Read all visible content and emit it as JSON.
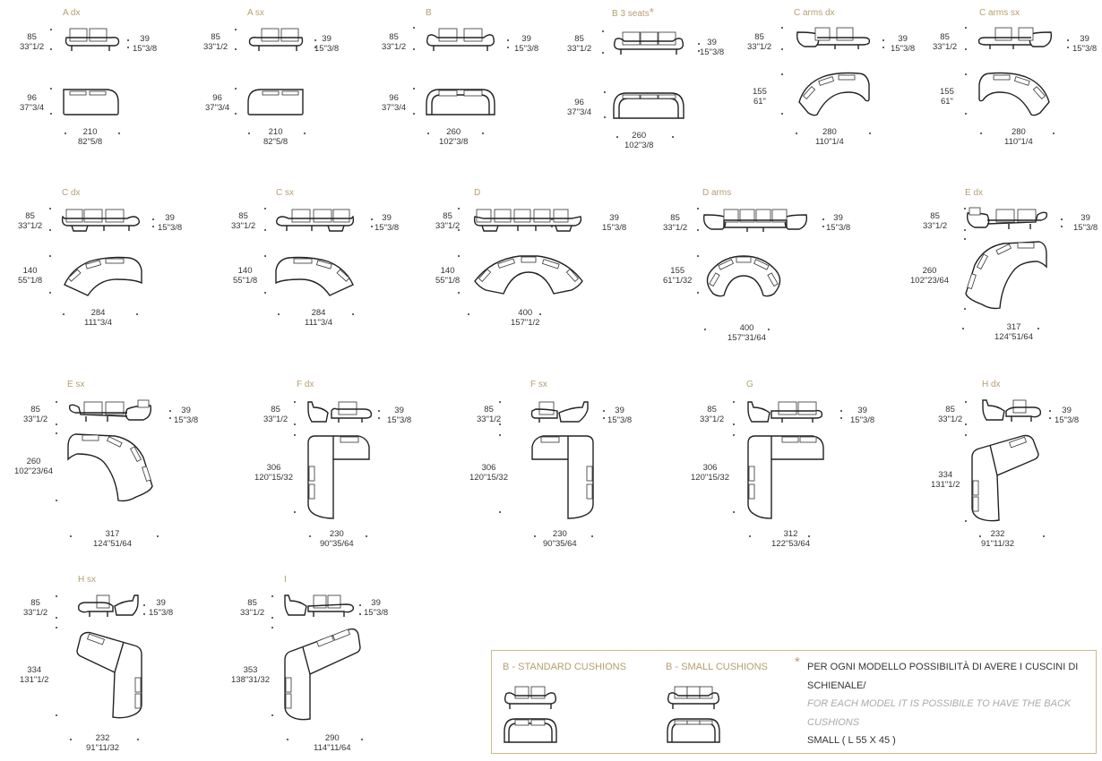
{
  "modules": [
    {
      "id": "a-dx",
      "title": "A dx",
      "height": "85",
      "height_in": "33\"1/2",
      "seat": "39",
      "seat_in": "15\"3/8",
      "depth": "96",
      "depth_in": "37\"3/4",
      "width": "210",
      "width_in": "82\"5/8"
    },
    {
      "id": "a-sx",
      "title": "A sx",
      "height": "85",
      "height_in": "33\"1/2",
      "seat": "39",
      "seat_in": "15\"3/8",
      "depth": "96",
      "depth_in": "37\"3/4",
      "width": "210",
      "width_in": "82\"5/8"
    },
    {
      "id": "b",
      "title": "B",
      "height": "85",
      "height_in": "33\"1/2",
      "seat": "39",
      "seat_in": "15\"3/8",
      "depth": "96",
      "depth_in": "37\"3/4",
      "width": "260",
      "width_in": "102\"3/8"
    },
    {
      "id": "b-3-seats",
      "title": "B 3 seats",
      "star": "*",
      "height": "85",
      "height_in": "33\"1/2",
      "seat": "39",
      "seat_in": "15\"3/8",
      "depth": "96",
      "depth_in": "37\"3/4",
      "width": "260",
      "width_in": "102\"3/8"
    },
    {
      "id": "c-arms-dx",
      "title": "C arms dx",
      "height": "85",
      "height_in": "33\"1/2",
      "seat": "39",
      "seat_in": "15\"3/8",
      "depth": "155",
      "depth_in": "61\"",
      "width": "280",
      "width_in": "110\"1/4"
    },
    {
      "id": "c-arms-sx",
      "title": "C arms sx",
      "height": "85",
      "height_in": "33\"1/2",
      "seat": "39",
      "seat_in": "15\"3/8",
      "depth": "155",
      "depth_in": "61\"",
      "width": "280",
      "width_in": "110\"1/4"
    },
    {
      "id": "c-dx",
      "title": "C dx",
      "height": "85",
      "height_in": "33\"1/2",
      "seat": "39",
      "seat_in": "15\"3/8",
      "depth": "140",
      "depth_in": "55\"1/8",
      "width": "284",
      "width_in": "111\"3/4"
    },
    {
      "id": "c-sx",
      "title": "C sx",
      "height": "85",
      "height_in": "33\"1/2",
      "seat": "39",
      "seat_in": "15\"3/8",
      "depth": "140",
      "depth_in": "55\"1/8",
      "width": "284",
      "width_in": "111\"3/4"
    },
    {
      "id": "d",
      "title": "D",
      "height": "85",
      "height_in": "33\"1/2",
      "seat": "39",
      "seat_in": "15\"3/8",
      "depth": "140",
      "depth_in": "55\"1/8",
      "width": "400",
      "width_in": "157\"1/2"
    },
    {
      "id": "d-arms",
      "title": "D arms",
      "height": "85",
      "height_in": "33\"1/2",
      "seat": "39",
      "seat_in": "15\"3/8",
      "depth": "155",
      "depth_in": "61\"1/32",
      "width": "400",
      "width_in": "157\"31/64"
    },
    {
      "id": "e-dx",
      "title": "E dx",
      "height": "85",
      "height_in": "33\"1/2",
      "seat": "39",
      "seat_in": "15\"3/8",
      "depth": "260",
      "depth_in": "102\"23/64",
      "width": "317",
      "width_in": "124\"51/64"
    },
    {
      "id": "e-sx",
      "title": "E sx",
      "height": "85",
      "height_in": "33\"1/2",
      "seat": "39",
      "seat_in": "15\"3/8",
      "depth": "260",
      "depth_in": "102\"23/64",
      "width": "317",
      "width_in": "124\"51/64"
    },
    {
      "id": "f-dx",
      "title": "F dx",
      "height": "85",
      "height_in": "33\"1/2",
      "seat": "39",
      "seat_in": "15\"3/8",
      "depth": "306",
      "depth_in": "120\"15/32",
      "width": "230",
      "width_in": "90\"35/64"
    },
    {
      "id": "f-sx",
      "title": "F sx",
      "height": "85",
      "height_in": "33\"1/2",
      "seat": "39",
      "seat_in": "15\"3/8",
      "depth": "306",
      "depth_in": "120\"15/32",
      "width": "230",
      "width_in": "90\"35/64"
    },
    {
      "id": "g",
      "title": "G",
      "height": "85",
      "height_in": "33\"1/2",
      "seat": "39",
      "seat_in": "15\"3/8",
      "depth": "306",
      "depth_in": "120\"15/32",
      "width": "312",
      "width_in": "122\"53/64"
    },
    {
      "id": "h-dx",
      "title": "H dx",
      "height": "85",
      "height_in": "33\"1/2",
      "seat": "39",
      "seat_in": "15\"3/8",
      "depth": "334",
      "depth_in": "131\"1/2",
      "width": "232",
      "width_in": "91\"11/32"
    },
    {
      "id": "h-sx",
      "title": "H sx",
      "height": "85",
      "height_in": "33\"1/2",
      "seat": "39",
      "seat_in": "15\"3/8",
      "depth": "334",
      "depth_in": "131\"1/2",
      "width": "232",
      "width_in": "91\"11/32"
    },
    {
      "id": "i",
      "title": "I",
      "height": "85",
      "height_in": "33\"1/2",
      "seat": "39",
      "seat_in": "15\"3/8",
      "depth": "353",
      "depth_in": "138\"31/32",
      "width": "290",
      "width_in": "114\"11/64"
    }
  ],
  "legend": {
    "standard_title": "B - STANDARD CUSHIONS",
    "small_title": "B - SMALL CUSHIONS",
    "star": "*",
    "note_it": "PER OGNI MODELLO POSSIBILITÀ DI AVERE I CUSCINI DI SCHIENALE/",
    "note_en": "FOR EACH MODEL IT IS POSSIBILE TO HAVE THE BACK CUSHIONS",
    "note_size": "SMALL ( L 55 X 45 )"
  },
  "colors": {
    "accent": "#b59f6e",
    "border": "#cbb98f",
    "text": "#333333",
    "note_en": "#aaaaaa"
  }
}
